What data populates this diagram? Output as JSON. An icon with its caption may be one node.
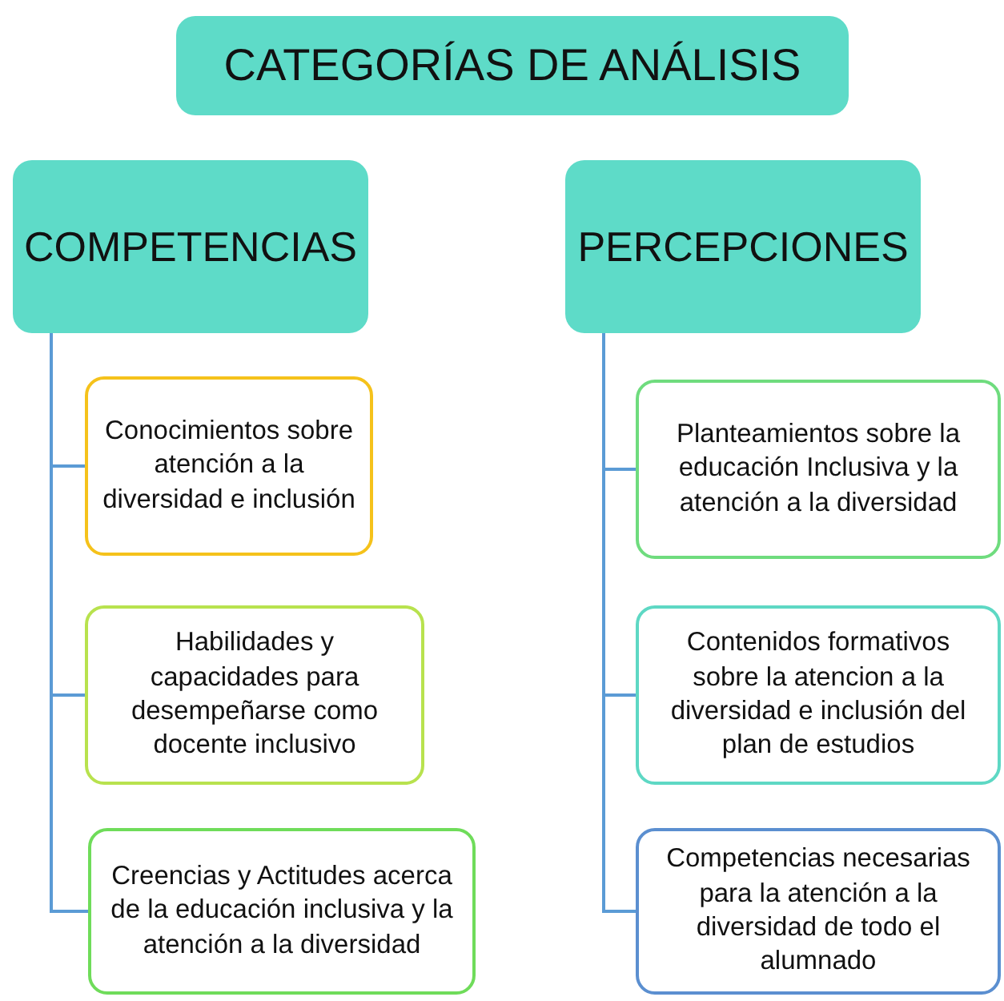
{
  "diagram": {
    "nodes": [
      {
        "text": [
          "CATEGORÍAS DE ANÁLISIS"
        ]
      },
      {
        "text": [
          "COMPETENCIAS"
        ]
      },
      {
        "text": [
          "Conocimientos sobre atención a la diversidad e inclusión"
        ]
      },
      {
        "text": [
          "Habilidades y capacidades para desempeñarse como docente inclusivo"
        ]
      },
      {
        "text": [
          "Creencias y Actitudes acerca de la educación inclusiva y la atención a la diversidad"
        ]
      },
      {
        "text": [
          "PERCEPCIONES"
        ]
      },
      {
        "text": [
          "Planteamientos sobre la educación Inclusiva y la atención a la diversidad"
        ]
      },
      {
        "text": [
          "Contenidos formativos sobre la atencion a la diversidad e inclusión del plan de estudios"
        ]
      },
      {
        "text": [
          "Competencias necesarias para la atención a la diversidad de todo el alumnado"
        ]
      }
    ],
    "edges": [
      {
        "from": 1,
        "to": 2,
        "arrow": "none"
      },
      {
        "from": 1,
        "to": 3,
        "arrow": "none"
      },
      {
        "from": 1,
        "to": 4,
        "arrow": "none"
      },
      {
        "from": 5,
        "to": 6,
        "arrow": "none"
      },
      {
        "from": 5,
        "to": 7,
        "arrow": "none"
      },
      {
        "from": 5,
        "to": 8,
        "arrow": "none"
      }
    ]
  }
}
